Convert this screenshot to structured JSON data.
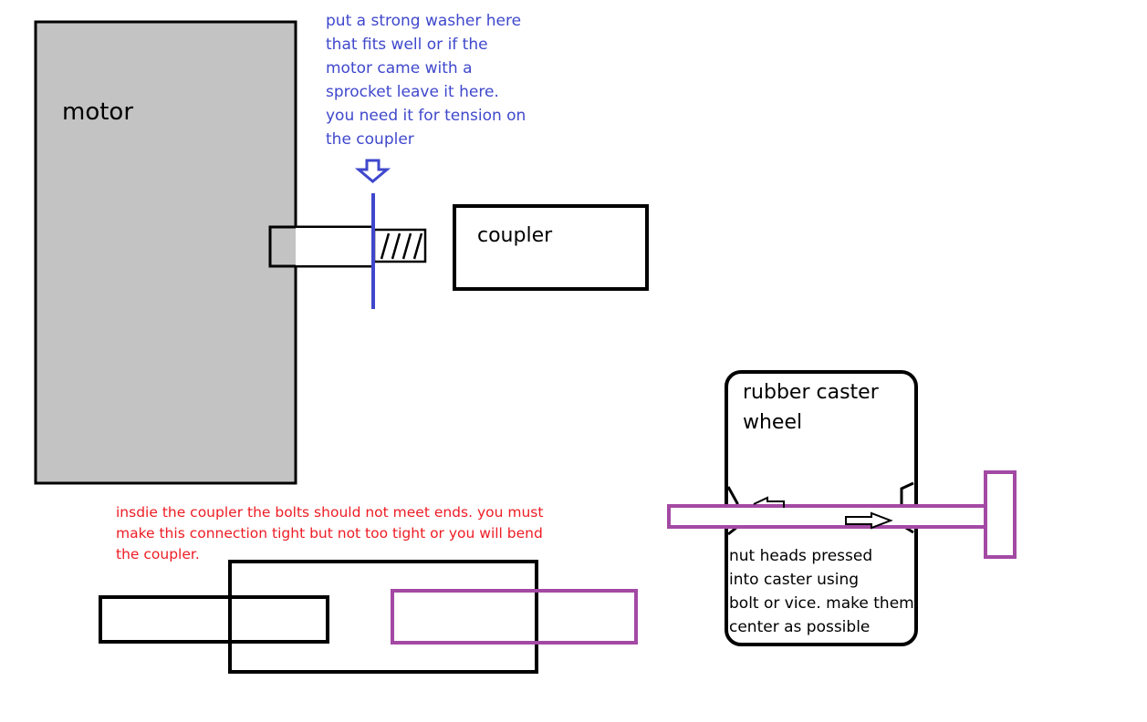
{
  "colors": {
    "motor_fill": "#c3c3c3",
    "outline": "#000000",
    "washer_blue": "#3f48cc",
    "bolt_purple": "#a349a4",
    "note_red": "#ed1c24",
    "note_blue": "#3f48cc"
  },
  "labels": {
    "motor": "motor",
    "coupler": "coupler",
    "wheel": "rubber caster\n  wheel"
  },
  "notes": {
    "washer": "put a strong washer here\nthat fits well or if the\nmotor came with a\nsprocket leave it here.\nyou need it for tension on\nthe coupler",
    "coupler_inside": "insdie the coupler the bolts should not meet ends. you must\nmake this connection tight but not too tight or you will bend\nthe coupler.",
    "nut_heads": "nut heads pressed\ninto  caster using\nbolt or vice. make them\ncenter as possible"
  },
  "icons": {
    "washer_arrow": "down-arrow-icon",
    "nut_arrow_left": "left-arrow-icon",
    "nut_arrow_right": "right-arrow-icon"
  }
}
